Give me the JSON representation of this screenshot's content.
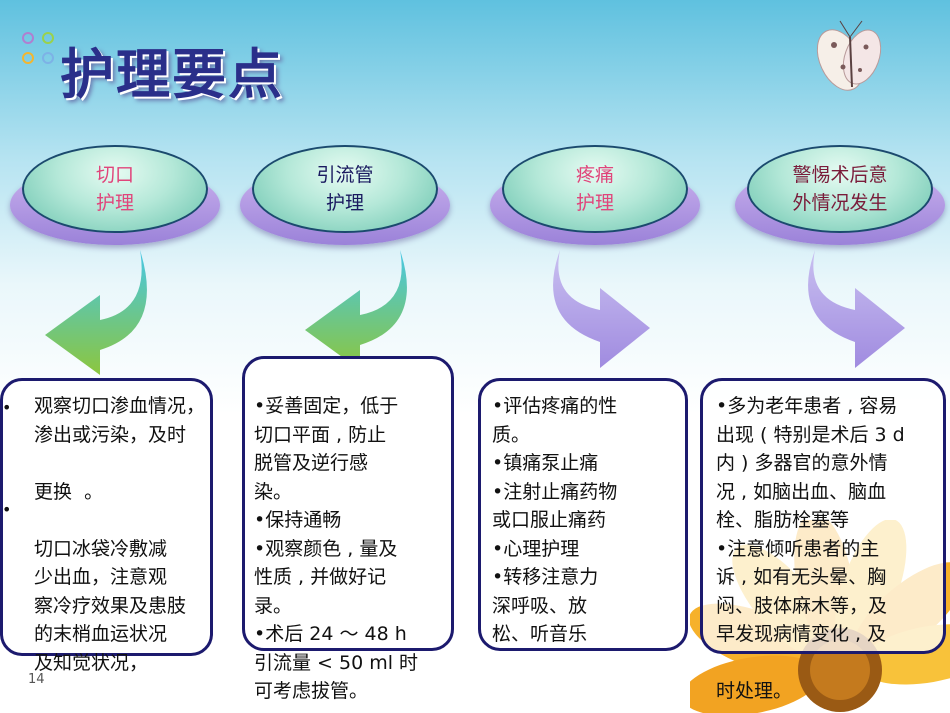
{
  "slide": {
    "title": "护理要点",
    "page_number": "14",
    "colors": {
      "title": "#2a2f8a",
      "box_border": "#1c1a6e",
      "heading_pink": "#e0457b",
      "heading_dark": "#1a1a60",
      "heading_maroon": "#7a1c3a"
    }
  },
  "topics": [
    {
      "heading": "切口\n护理",
      "color": "#e0457b"
    },
    {
      "heading": "引流管\n护理",
      "color": "#1a1a60"
    },
    {
      "heading": "疼痛\n护理",
      "color": "#e0457b"
    },
    {
      "heading": "警惕术后意\n外情况发生",
      "color": "#7a1c3a"
    }
  ],
  "boxes": [
    {
      "text": "观察切口渗血情况，\n渗出或污染，及时\n\n更换  。\n\n切口冰袋冷敷减\n少出血，注意观\n察冷疗效果及患肢\n的末梢血运状况\n及知觉状况，",
      "bullets": [
        "•",
        "•"
      ]
    },
    {
      "text": "•妥善固定，低于\n切口平面 , 防止\n脱管及逆行感\n染。\n•保持通畅\n•观察颜色 , 量及\n性质 , 并做好记\n录。\n•术后 24 ～ 48 h\n引流量 < 50 ml 时\n可考虑拔管。"
    },
    {
      "text": "•评估疼痛的性\n质。\n•镇痛泵止痛\n•注射止痛药物\n或口服止痛药\n•心理护理\n•转移注意力\n深呼吸、放\n松、听音乐"
    },
    {
      "text": "•多为老年患者 , 容易\n出现 ( 特别是术后 3 d\n内 ) 多器官的意外情\n况 , 如脑出血、脑血\n栓、脂肪栓塞等\n•注意倾听患者的主\n诉 , 如有无头晕、胸\n闷、肢体麻木等，及\n早发现病情变化 , 及\n\n时处理。"
    }
  ],
  "icons": [
    "circle-dots-icon",
    "butterfly-icon",
    "flower-icon",
    "curved-arrow-icon"
  ]
}
